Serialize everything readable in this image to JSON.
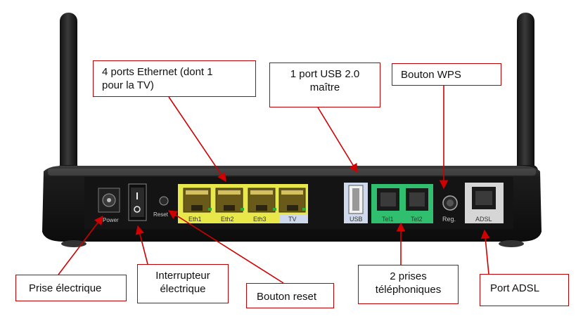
{
  "callouts": {
    "ethernet": [
      "4 ports Ethernet (dont 1",
      "pour la TV)"
    ],
    "usb": [
      "1 port USB 2.0",
      "maître"
    ],
    "wps": "Bouton WPS",
    "power_socket": "Prise électrique",
    "switch": [
      "Interrupteur",
      "électrique"
    ],
    "reset": "Bouton reset",
    "phone": [
      "2 prises",
      "téléphoniques"
    ],
    "adsl": "Port ADSL"
  },
  "panel_labels": {
    "power": "Power",
    "reset": "Reset",
    "eth1": "Eth1",
    "eth2": "Eth2",
    "eth3": "Eth3",
    "tv": "TV",
    "usb": "USB",
    "tel1": "Tel1",
    "tel2": "Tel2",
    "reg": "Reg.",
    "adsl": "ADSL"
  },
  "colors": {
    "callout_border": "#c00000",
    "leader_line": "#d00000",
    "ethernet_panel": "#e8e84a",
    "tv_panel": "#cfd9ee",
    "usb_panel": "#cfd9ee",
    "phone_panel": "#2fbf6e",
    "adsl_panel": "#d6d6d6",
    "device_body": "#1a1a1a"
  }
}
